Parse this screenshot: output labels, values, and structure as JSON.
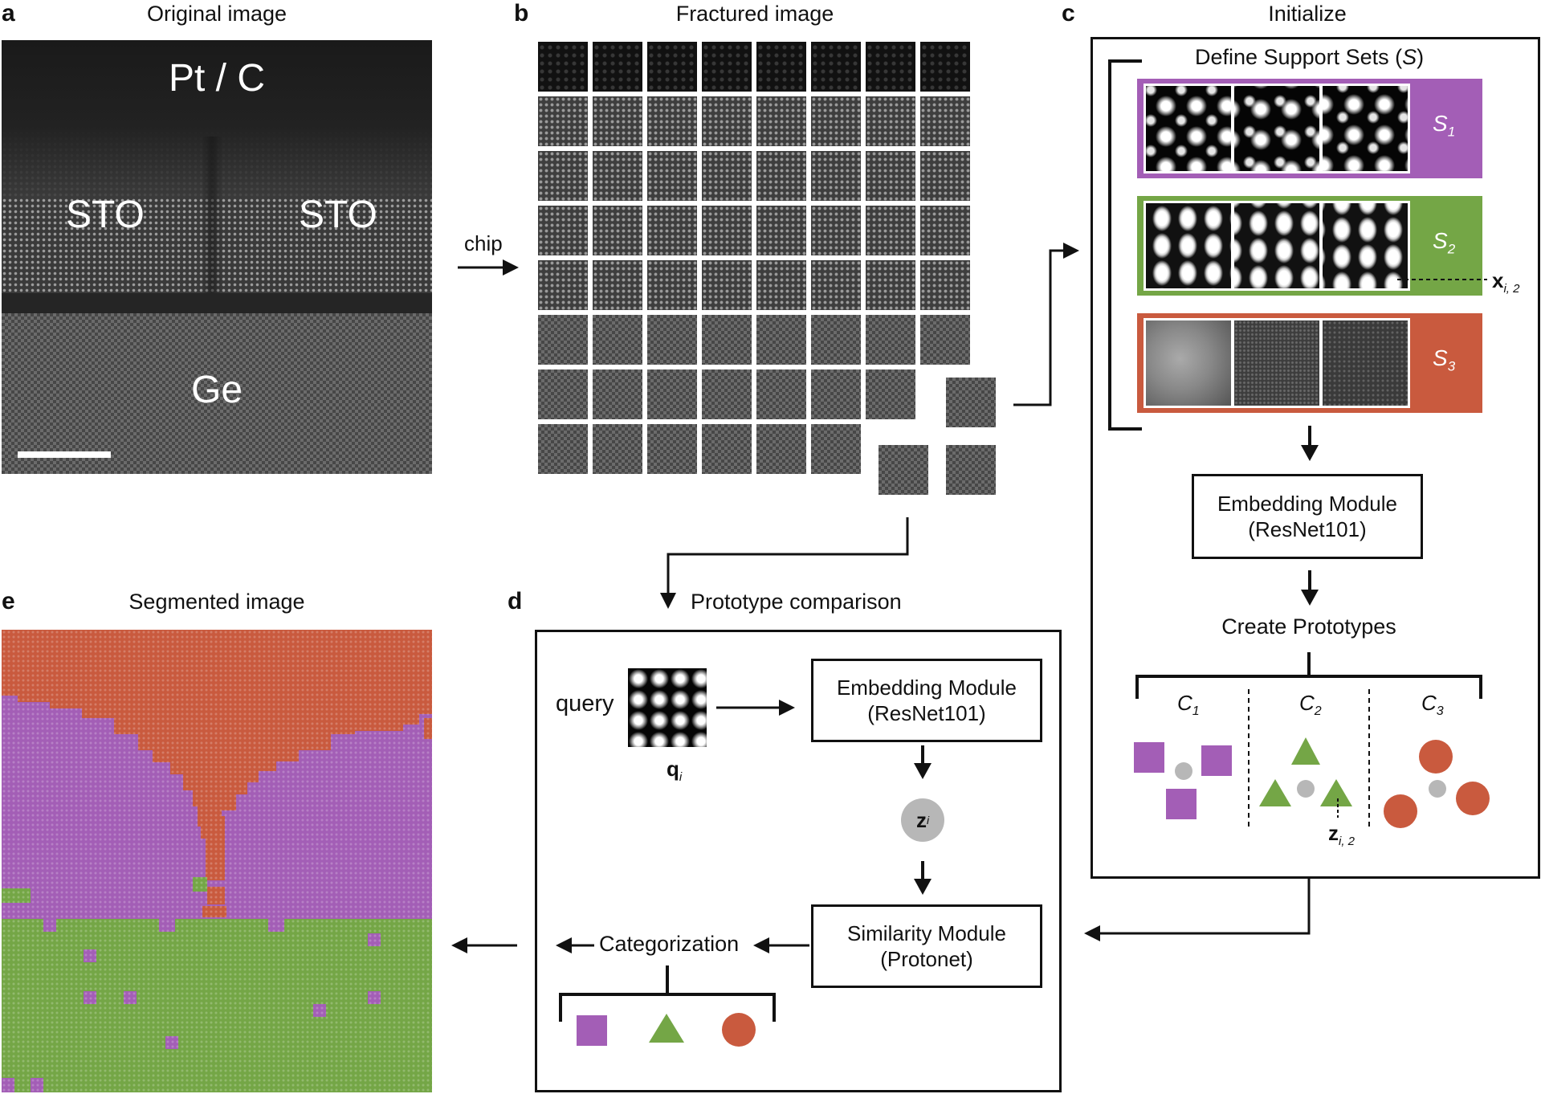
{
  "panels": {
    "a": {
      "letter": "a",
      "title": "Original image"
    },
    "b": {
      "letter": "b",
      "title": "Fractured image"
    },
    "c": {
      "letter": "c",
      "title": "Initialize"
    },
    "d": {
      "letter": "d",
      "title": "Prototype comparison"
    },
    "e": {
      "letter": "e",
      "title": "Segmented image"
    }
  },
  "original_image": {
    "labels": {
      "top": "Pt / C",
      "left": "STO",
      "right": "STO",
      "bottom": "Ge"
    }
  },
  "arrows": {
    "chip": "chip"
  },
  "initialize": {
    "support_title_prefix": "Define Support Sets (",
    "support_title_var": "S",
    "support_title_suffix": ")",
    "support_sets": [
      {
        "sym": "S",
        "sub": "1",
        "color": "#a35eb6"
      },
      {
        "sym": "S",
        "sub": "2",
        "color": "#74a646"
      },
      {
        "sym": "S",
        "sub": "3",
        "color": "#c95a3e"
      }
    ],
    "x_label_sym": "x",
    "x_label_sub": "i, 2",
    "embedding_line1": "Embedding Module",
    "embedding_line2": "(ResNet101)",
    "create_prototypes": "Create Prototypes",
    "classes": [
      {
        "sym": "C",
        "sub": "1",
        "shape": "square",
        "color": "#a35eb6"
      },
      {
        "sym": "C",
        "sub": "2",
        "shape": "triangle",
        "color": "#74a646"
      },
      {
        "sym": "C",
        "sub": "3",
        "shape": "circle",
        "color": "#c95a3e"
      }
    ],
    "z_label_sym": "z",
    "z_label_sub": "i, 2"
  },
  "prototype_comparison": {
    "query_label": "query",
    "q_sym": "q",
    "q_sub": "i",
    "embedding_line1": "Embedding Module",
    "embedding_line2": "(ResNet101)",
    "z_sym": "z",
    "z_sub": "i",
    "similarity_line1": "Similarity Module",
    "similarity_line2": "(Protonet)",
    "categorization": "Categorization",
    "categories": [
      {
        "shape": "square",
        "color": "#a35eb6"
      },
      {
        "shape": "triangle",
        "color": "#74a646"
      },
      {
        "shape": "circle",
        "color": "#c95a3e"
      }
    ]
  },
  "colors": {
    "purple": "#a35eb6",
    "green": "#74a646",
    "orange": "#c95a3e",
    "prototype_dot": "#b7b7b7"
  }
}
